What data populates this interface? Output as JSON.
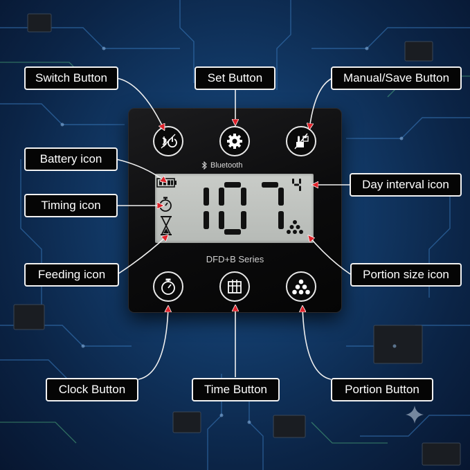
{
  "device": {
    "bluetooth_label": "Bluetooth",
    "series_label": "DFD+B Series",
    "display": {
      "main_value": "107",
      "day_interval_value": "4"
    }
  },
  "callouts": {
    "switch_button": "Switch Button",
    "set_button": "Set Button",
    "manual_save_button": "Manual/Save Button",
    "battery_icon": "Battery icon",
    "timing_icon": "Timing icon",
    "feeding_icon": "Feeding icon",
    "day_interval_icon": "Day interval icon",
    "portion_size_icon": "Portion size icon",
    "clock_button": "Clock Button",
    "time_button": "Time Button",
    "portion_button": "Portion Button"
  },
  "colors": {
    "background": "#123a68",
    "pointer_arrow": "#e0222a",
    "lcd": "#c0c3bf",
    "segment": "#111111"
  },
  "icons": [
    "bluetooth-power-icon",
    "gear-icon",
    "hand-save-icon",
    "stopwatch-icon",
    "time-grid-icon",
    "portion-dots-icon",
    "battery-icon",
    "timer-icon",
    "hourglass-icon",
    "portion-size-icon",
    "bluetooth-icon",
    "sparkle-icon"
  ]
}
